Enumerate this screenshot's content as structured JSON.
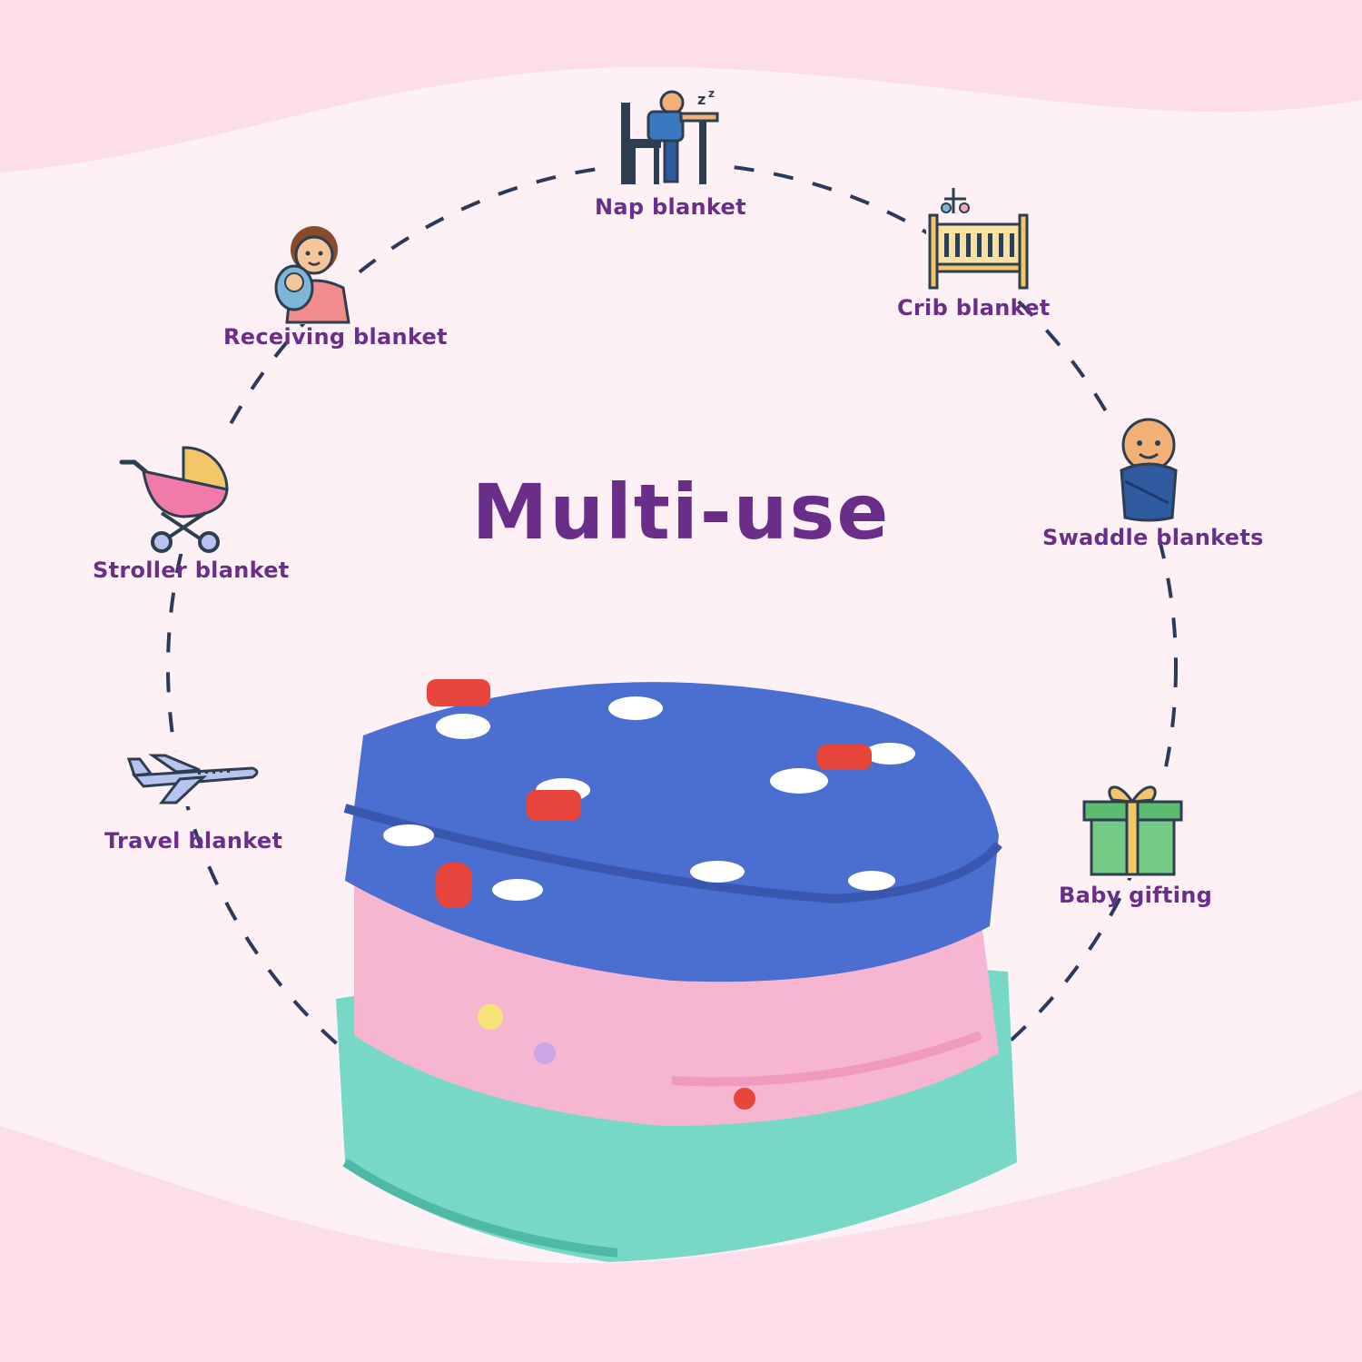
{
  "headline": "Multi-use",
  "uses": [
    {
      "label": "Nap blanket",
      "icon": "person-sleeping-at-desk-icon"
    },
    {
      "label": "Crib blanket",
      "icon": "crib-icon"
    },
    {
      "label": "Swaddle blankets",
      "icon": "swaddled-baby-icon"
    },
    {
      "label": "Baby gifting",
      "icon": "gift-box-icon"
    },
    {
      "label": "Receiving blanket",
      "icon": "mother-holding-baby-icon"
    },
    {
      "label": "Stroller blanket",
      "icon": "baby-stroller-icon"
    },
    {
      "label": "Travel blanket",
      "icon": "airplane-icon"
    }
  ],
  "product": {
    "name": "stack of folded plush baby blankets",
    "colors": [
      "#4a6fd0",
      "#f6b6cf",
      "#74d6c6"
    ]
  },
  "colors": {
    "accent": "#6b2d8a",
    "background": "#fcdde9",
    "circle": "#2c3a5a"
  }
}
